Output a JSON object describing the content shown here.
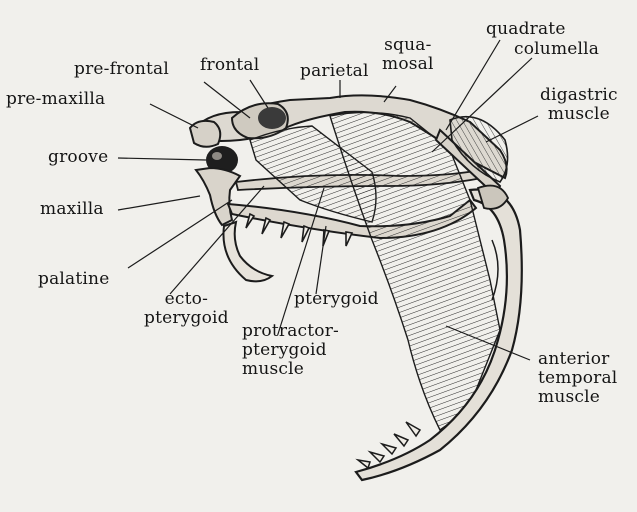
{
  "figure": {
    "labels": {
      "pre_frontal": "pre-frontal",
      "frontal": "frontal",
      "pre_maxilla": "pre-maxilla",
      "groove": "groove",
      "maxilla": "maxilla",
      "palatine": "palatine",
      "ecto_pterygoid": [
        "ecto-",
        "pterygoid"
      ],
      "parietal": "parietal",
      "squamosal": [
        "squa-",
        "mosal"
      ],
      "quadrate": "quadrate",
      "columella": "columella",
      "digastric_muscle": [
        "digastric",
        "muscle"
      ],
      "pterygoid": "pterygoid",
      "protractor_pterygoid_muscle": [
        "protractor-",
        "pterygoid",
        "muscle"
      ],
      "anterior_temporal_muscle": [
        "anterior",
        "temporal",
        "muscle"
      ]
    }
  }
}
